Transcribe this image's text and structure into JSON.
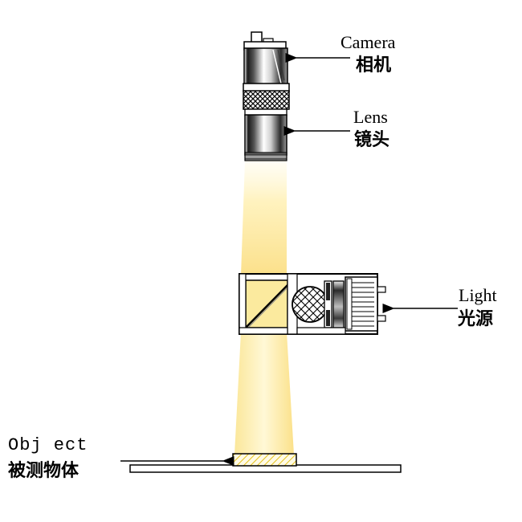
{
  "labels": {
    "camera": {
      "en": "Camera",
      "zh": "相机"
    },
    "lens": {
      "en": "Lens",
      "zh": "镜头"
    },
    "light": {
      "en": "Light",
      "zh": "光源"
    },
    "object": {
      "en": "Obj ect",
      "zh": "被测物体"
    }
  },
  "colors": {
    "beam": "#FCEEA6",
    "beam_edge": "#F6D35A",
    "outline": "#000000",
    "hatch": "#E6C21A"
  }
}
